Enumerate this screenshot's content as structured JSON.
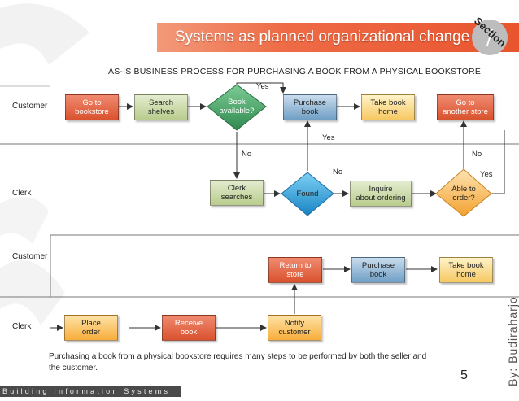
{
  "header": {
    "title": "Systems as planned organizational change",
    "section_label": "Section",
    "section_number": "/"
  },
  "subtitle": "AS-IS BUSINESS PROCESS FOR PURCHASING A BOOK FROM A PHYSICAL BOOKSTORE",
  "lanes": [
    "Customer",
    "Clerk",
    "Customer",
    "Clerk"
  ],
  "nodes": {
    "go_to_bookstore": "Go to\nbookstore",
    "search_shelves": "Search\nshelves",
    "book_available": "Book\navailable?",
    "purchase_book_top": "Purchase\nbook",
    "take_book_home_top": "Take book\nhome",
    "go_to_another_store": "Go to\nanother store",
    "clerk_searches": "Clerk\nsearches",
    "found": "Found",
    "inquire_about_ordering": "Inquire\nabout ordering",
    "able_to_order": "Able to\norder?",
    "return_to_store": "Return to\nstore",
    "purchase_book_bottom": "Purchase\nbook",
    "take_book_home_bottom": "Take book\nhome",
    "place_order": "Place\norder",
    "receive_book": "Receive\nbook",
    "notify_customer": "Notify\ncustomer"
  },
  "flow_labels": {
    "yes_top": "Yes",
    "no_left": "No",
    "yes_mid": "Yes",
    "no_mid": "No",
    "no_right": "No",
    "yes_right": "Yes"
  },
  "caption": "Purchasing a book from a physical bookstore requires many steps to be performed by both the seller and the customer.",
  "page_number": "5",
  "author": "By: Budiraharjo",
  "footer": "Building Information Systems",
  "colors": {
    "title_bar": "#e8552f",
    "red_box": "#d9522e",
    "green_box": "#b9cc8d",
    "blue_box": "#6f9fc5",
    "yellow_box": "#f6c862",
    "orange_box": "#f7ad3a",
    "diamond_green": "#4aa36b",
    "diamond_blue": "#2b9fd6",
    "diamond_orange": "#f4a93a"
  }
}
